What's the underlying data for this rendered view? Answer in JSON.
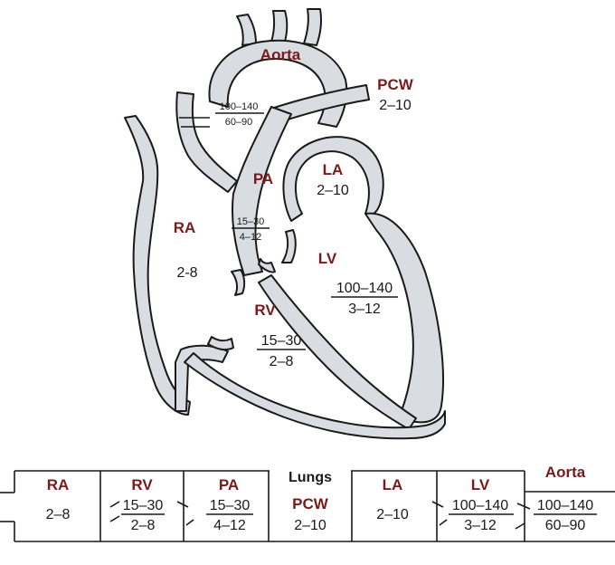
{
  "heart": {
    "aorta": {
      "label": "Aorta",
      "value_top": "100–140",
      "value_bottom": "60–90"
    },
    "pcw": {
      "label": "PCW",
      "value": "2–10"
    },
    "pa": {
      "label": "PA",
      "value_top": "15–30",
      "value_bottom": "4–12"
    },
    "la": {
      "label": "LA",
      "value": "2–10"
    },
    "ra": {
      "label": "RA",
      "value": "2-8"
    },
    "lv": {
      "label": "LV",
      "value_top": "100–140",
      "value_bottom": "3–12"
    },
    "rv": {
      "label": "RV",
      "value_top": "15–30",
      "value_bottom": "2–8"
    }
  },
  "flow": {
    "ra": {
      "label": "RA",
      "value": "2–8"
    },
    "rv": {
      "label": "RV",
      "value_top": "15–30",
      "value_bottom": "2–8"
    },
    "pa": {
      "label": "PA",
      "value_top": "15–30",
      "value_bottom": "4–12"
    },
    "lungs": {
      "label": "Lungs",
      "sub_label": "PCW",
      "value": "2–10"
    },
    "la": {
      "label": "LA",
      "value": "2–10"
    },
    "lv": {
      "label": "LV",
      "value_top": "100–140",
      "value_bottom": "3–12"
    },
    "aorta": {
      "label": "Aorta",
      "value_top": "100–140",
      "value_bottom": "60–90"
    }
  },
  "colors": {
    "label": "#7a1a1a",
    "wall": "#d9dde2",
    "ink": "#1a1a1a"
  }
}
